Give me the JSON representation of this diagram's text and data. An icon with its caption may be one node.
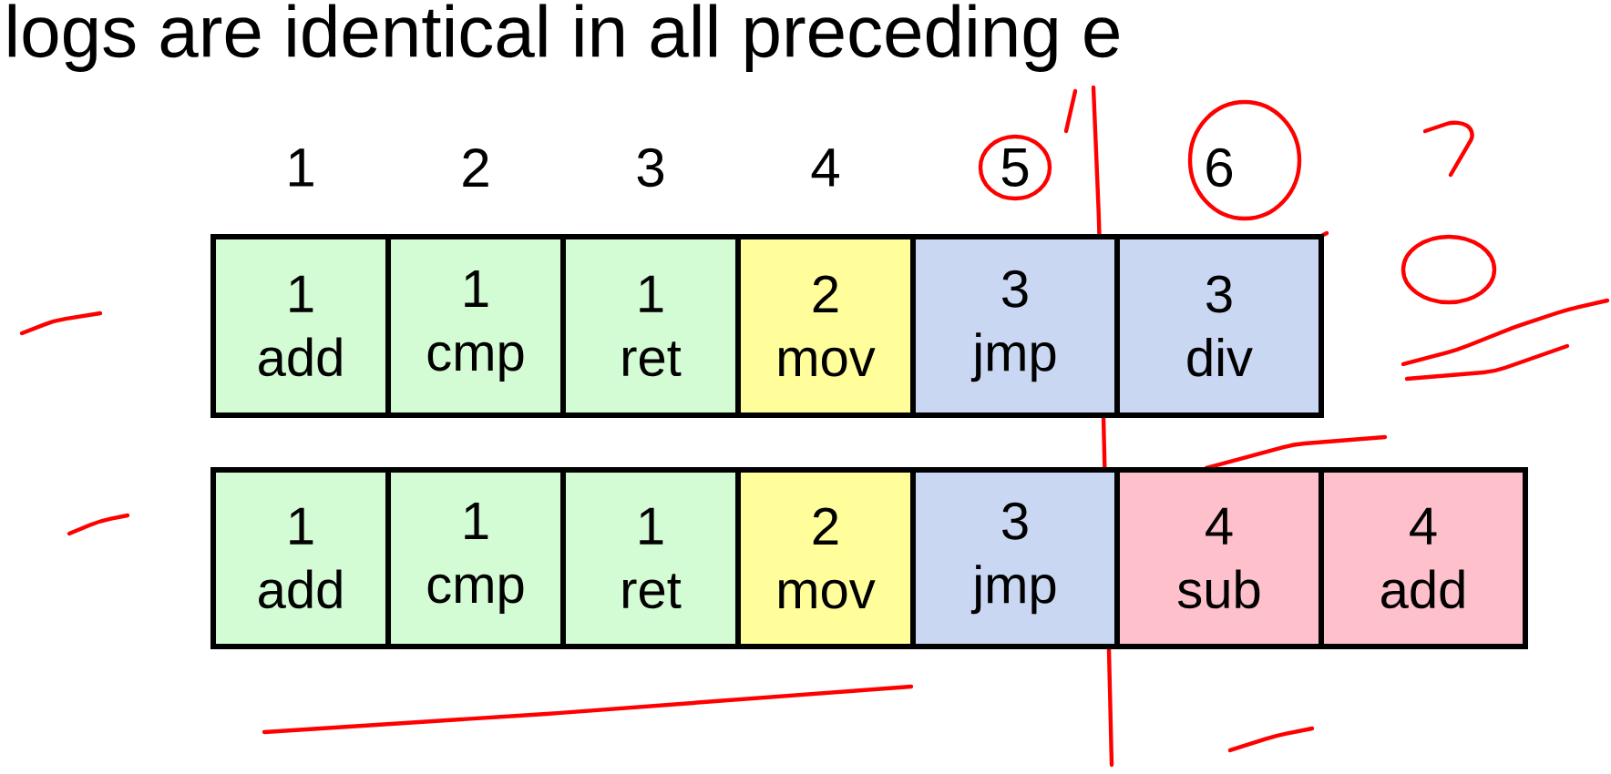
{
  "diagram": {
    "title": "logs are identical in all preceding e",
    "nodes": [
      {
        "text": [
          "1",
          "add"
        ]
      },
      {
        "text": [
          "1",
          "cmp"
        ]
      },
      {
        "text": [
          "1",
          "ret"
        ]
      },
      {
        "text": [
          "2",
          "mov"
        ]
      },
      {
        "text": [
          "3",
          "jmp"
        ]
      },
      {
        "text": [
          "3",
          "div"
        ]
      },
      {
        "text": [
          "1",
          "add"
        ]
      },
      {
        "text": [
          "1",
          "cmp"
        ]
      },
      {
        "text": [
          "1",
          "ret"
        ]
      },
      {
        "text": [
          "2",
          "mov"
        ]
      },
      {
        "text": [
          "3",
          "jmp"
        ]
      },
      {
        "text": [
          "4",
          "sub"
        ]
      },
      {
        "text": [
          "4",
          "add"
        ]
      }
    ],
    "labels": [
      "1",
      "2",
      "3",
      "4",
      "5",
      "6"
    ]
  }
}
